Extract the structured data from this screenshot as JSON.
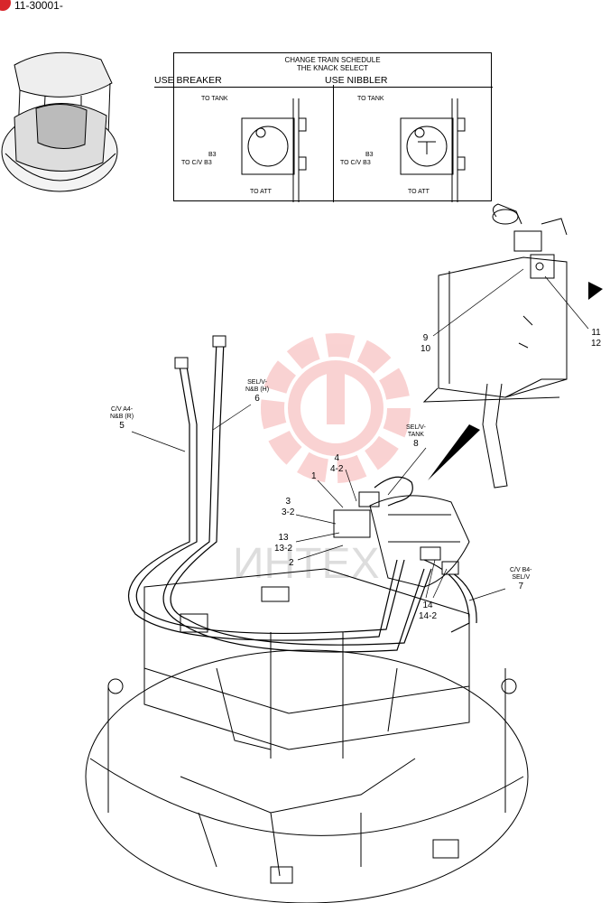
{
  "page_id": "11-30001-",
  "schedule": {
    "title_line1": "CHANGE TRAIN SCHEDULE",
    "title_line2": "THE KNACK SELECT",
    "breaker": {
      "label": "USE BREAKER",
      "to_tank": "TO TANK",
      "b3": "B3",
      "to_cv_b3": "TO C/V B3",
      "to_att": "TO ATT"
    },
    "nibbler": {
      "label": "USE NIBBLER",
      "to_tank": "TO TANK",
      "b3": "B3",
      "to_cv_b3": "TO C/V B3",
      "to_att": "TO ATT"
    }
  },
  "watermark": "ИНТЕХ",
  "callouts": {
    "c1": "1",
    "c2": "2",
    "c3a": "3",
    "c3b": "3-2",
    "c4a": "4",
    "c4b": "4-2",
    "c5_line1": "C/V A4-",
    "c5_line2": "N&B (R)",
    "c5": "5",
    "c6_line1": "SEL/V-",
    "c6_line2": "N&B (H)",
    "c6": "6",
    "c7_line1": "C/V B4-",
    "c7_line2": "SEL/V",
    "c7": "7",
    "c8_line1": "SEL/V-",
    "c8_line2": "TANK",
    "c8": "8",
    "c9": "9",
    "c10": "10",
    "c11": "11",
    "c12": "12",
    "c13a": "13",
    "c13b": "13-2",
    "c14a": "14",
    "c14b": "14-2"
  }
}
